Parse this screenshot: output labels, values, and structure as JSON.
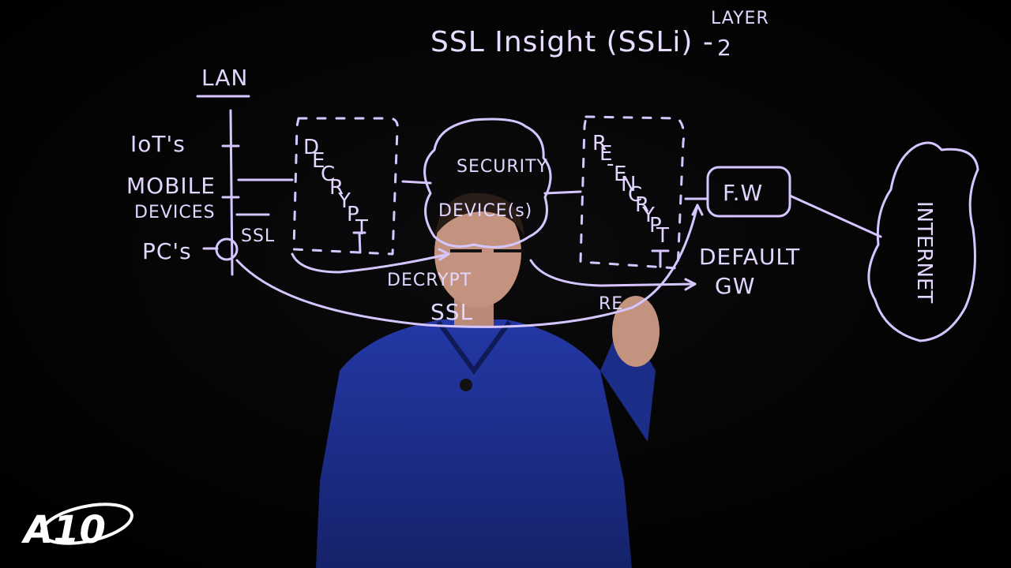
{
  "title": {
    "main": "SSL Insight (SSLi) -",
    "layer_word": "LAYER",
    "layer_num": "2"
  },
  "lan": {
    "label": "LAN",
    "devices": [
      "IoT's",
      "MOBILE",
      "DEVICES",
      "PC's"
    ],
    "ssl": "SSL"
  },
  "decrypt_box": {
    "label": "DECRYPT"
  },
  "security": {
    "line1": "SECURITY",
    "line2": "DEVICE(s)"
  },
  "reencrypt_box": {
    "label": "RE-ENCRYPT"
  },
  "firewall": {
    "label": "F.W"
  },
  "default_gw": {
    "line1": "DEFAULT",
    "line2": "GW"
  },
  "internet": {
    "label": "INTERNET"
  },
  "annotations": {
    "decrypt": "DECRYPT",
    "ssl": "SSL",
    "re": "RE"
  },
  "logo": {
    "text": "A10"
  },
  "colors": {
    "ink": "#d6c6ff",
    "background": "#000000",
    "shirt": "#1e2f8a",
    "logo": "#ffffff"
  }
}
